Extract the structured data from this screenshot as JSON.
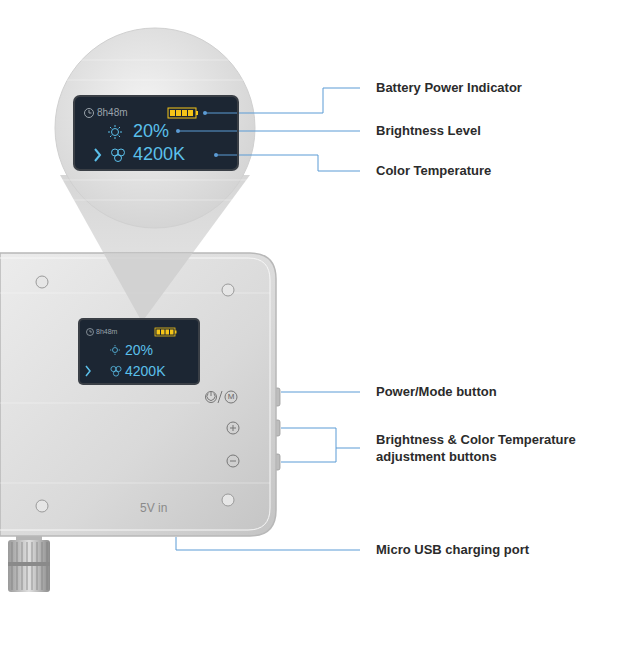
{
  "diagram": {
    "nodes": [
      {
        "text": [
          "8h48m",
          "20%",
          "4200K"
        ]
      },
      {
        "text": [
          "5V in"
        ]
      },
      {
        "text": [
          "8h48m",
          "20%",
          "4200K"
        ],
        "in": 1
      }
    ],
    "labels": [
      "Battery Power Indicator",
      "Brightness Level",
      "Color Temperature",
      "Power/Mode button",
      "Brightness & Color Temperature adjustment buttons",
      "Micro USB charging port",
      "M"
    ]
  }
}
